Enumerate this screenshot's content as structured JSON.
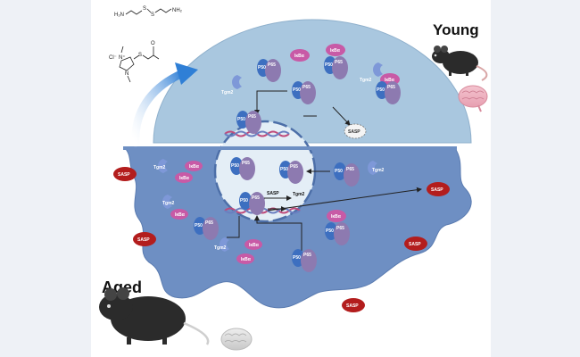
{
  "labels": {
    "young": "Young",
    "aged": "Aged",
    "sasp": "SASP",
    "tgm2": "Tgm2",
    "ikba": "IκBα",
    "p50": "P50",
    "p65": "P65"
  },
  "chemicals": {
    "cystamine_left_amine": "H₂N",
    "cystamine_right_amine": "NH₂",
    "cystamine_s1": "S",
    "cystamine_s2": "S",
    "compound_cl": "Cl⁻",
    "compound_n_plus": "N⁺",
    "compound_n": "N",
    "compound_s": "S",
    "compound_o": "O"
  },
  "colors": {
    "background": "#eef1f6",
    "young_cell": "#a9c7df",
    "aged_cell": "#6e8fc3",
    "nucleus": "#e4eef6",
    "sasp": "#b31d1d",
    "ikba": "#c85aa6",
    "p50": "#3d6fc0",
    "p65": "#8d7ab0",
    "tgm2": "#7e98d8",
    "arrow": "#2f7fd6",
    "dna_a": "#c04a7a",
    "dna_b": "#6a7fc0"
  }
}
